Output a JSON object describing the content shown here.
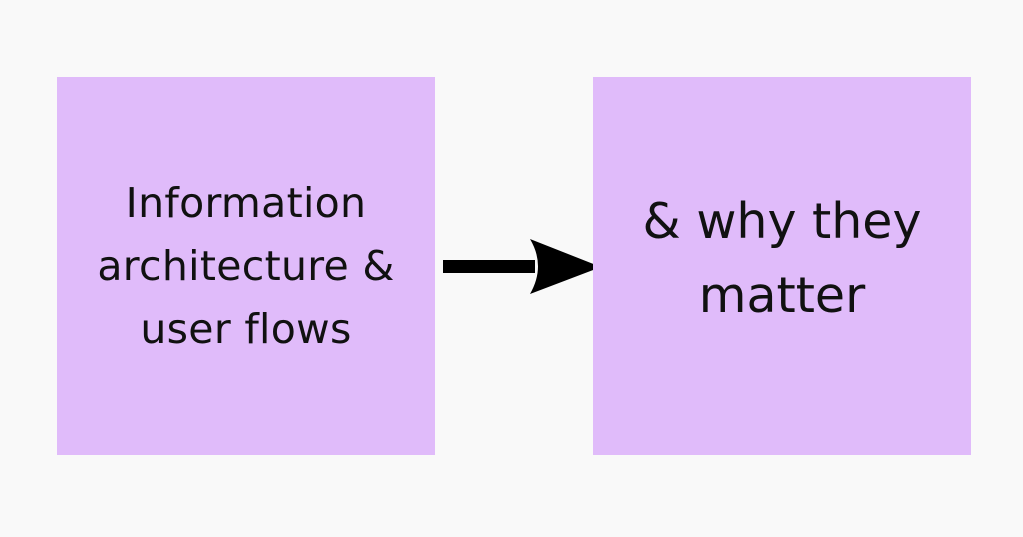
{
  "nodes": [
    {
      "id": "left",
      "lines": [
        "Information",
        "architecture &",
        "user flows"
      ],
      "color": "#e0bbfa"
    },
    {
      "id": "right",
      "lines": [
        "& why they",
        "matter"
      ],
      "color": "#e0bbfa"
    }
  ],
  "edges": [
    {
      "from": "left",
      "to": "right",
      "type": "arrow",
      "color": "#000000"
    }
  ]
}
